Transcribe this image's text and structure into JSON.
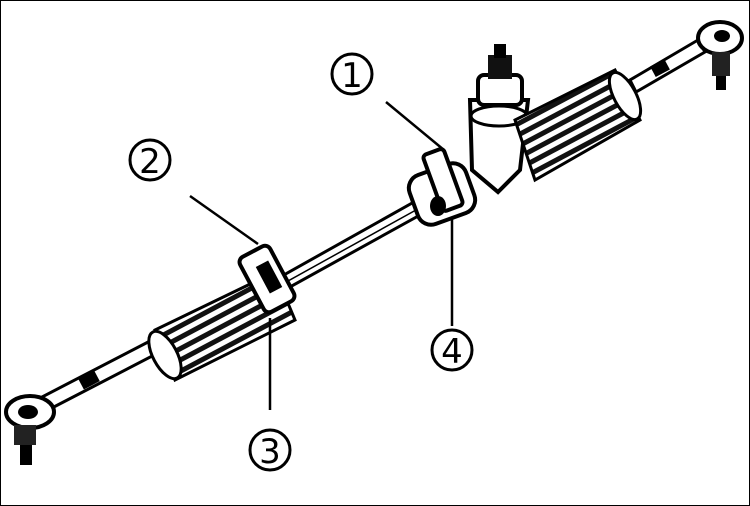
{
  "callouts": [
    {
      "id": "1",
      "text": "①"
    },
    {
      "id": "2",
      "text": "②"
    },
    {
      "id": "3",
      "text": "③"
    },
    {
      "id": "4",
      "text": "④"
    }
  ],
  "colors": {
    "ink": "#000000",
    "paper": "#ffffff",
    "shade": "#1a1a1a"
  }
}
